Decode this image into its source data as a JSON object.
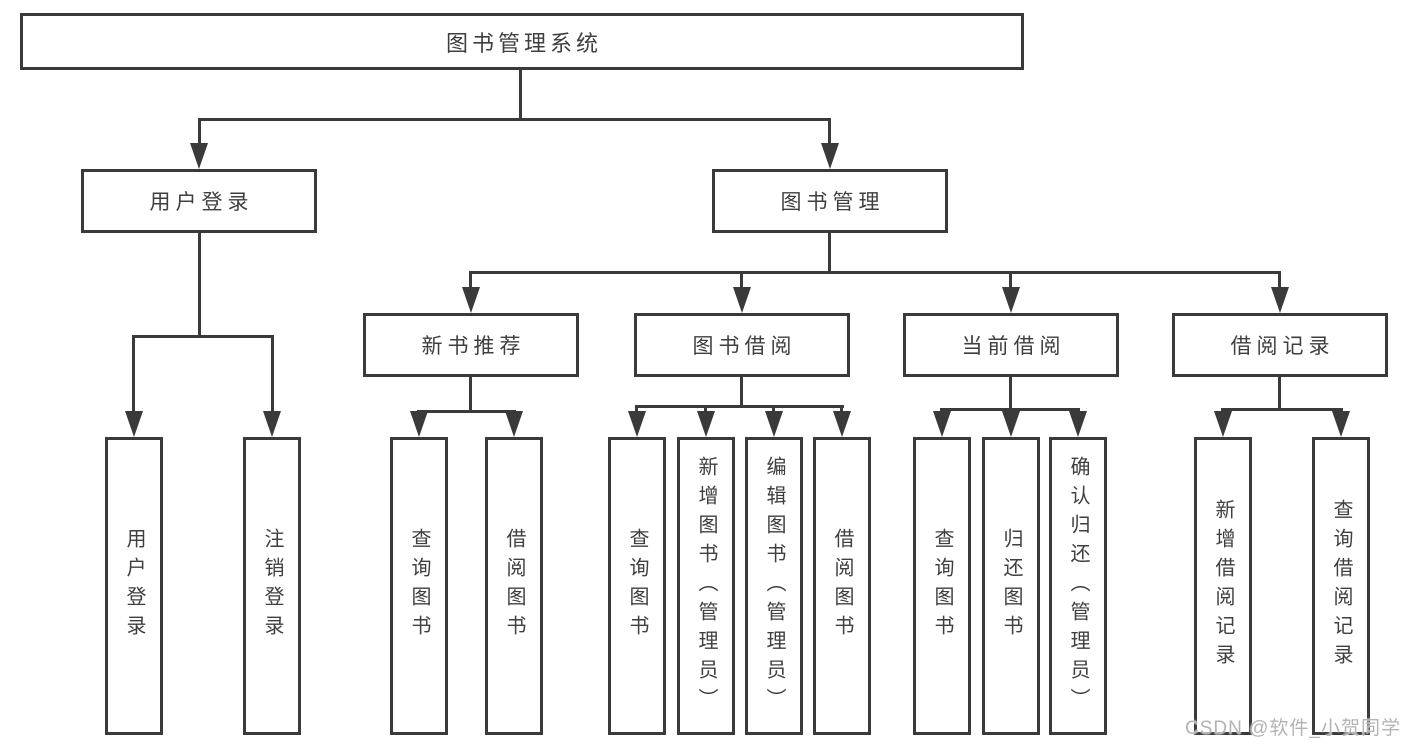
{
  "diagram_title": "图书管理系统",
  "watermark": "CSDN @软件_小贺同学",
  "colors": {
    "line": "#3a3a3a",
    "text": "#3f3f3f",
    "watermark": "#b3b3b3",
    "background": "#ffffff"
  },
  "nodes": {
    "root": {
      "label": "图书管理系统"
    },
    "user_login": {
      "label": "用户登录"
    },
    "book_management": {
      "label": "图书管理"
    },
    "new_book_recommend": {
      "label": "新书推荐"
    },
    "book_borrow": {
      "label": "图书借阅"
    },
    "current_borrow": {
      "label": "当前借阅"
    },
    "borrow_records": {
      "label": "借阅记录"
    },
    "leaf_user_login": {
      "label": "用户登录"
    },
    "leaf_logout": {
      "label": "注销登录"
    },
    "leaf_nb_query_book": {
      "label": "查询图书"
    },
    "leaf_nb_borrow_book": {
      "label": "借阅图书"
    },
    "leaf_bw_query_book": {
      "label": "查询图书"
    },
    "leaf_bw_add_book": {
      "label": "新增图书（管理员）"
    },
    "leaf_bw_edit_book": {
      "label": "编辑图书（管理员）"
    },
    "leaf_bw_borrow_book": {
      "label": "借阅图书"
    },
    "leaf_cb_query_book": {
      "label": "查询图书"
    },
    "leaf_cb_return_book": {
      "label": "归还图书"
    },
    "leaf_cb_confirm_return": {
      "label": "确认归还（管理员）"
    },
    "leaf_rec_add_record": {
      "label": "新增借阅记录"
    },
    "leaf_rec_query_record": {
      "label": "查询借阅记录"
    }
  }
}
